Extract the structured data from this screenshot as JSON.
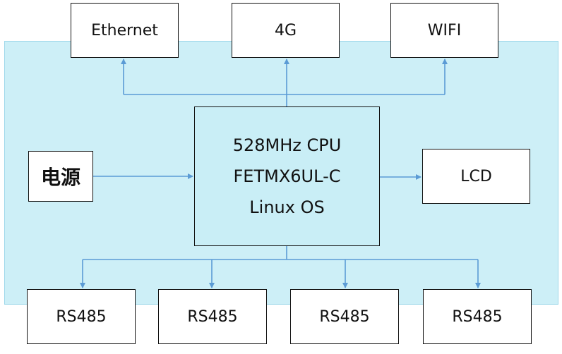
{
  "colors": {
    "board_background": "#cdeff7",
    "cpu_background": "#c9eef6",
    "connector": "#5b9bd5",
    "box_border": "#111111"
  },
  "modules": {
    "ethernet": "Ethernet",
    "g4": "4G",
    "wifi": "WIFI",
    "power": "电源",
    "lcd": "LCD",
    "rs485": [
      "RS485",
      "RS485",
      "RS485",
      "RS485"
    ]
  },
  "cpu": {
    "line1": "528MHz CPU",
    "line2": "FETMX6UL-C",
    "line3": "Linux OS"
  }
}
